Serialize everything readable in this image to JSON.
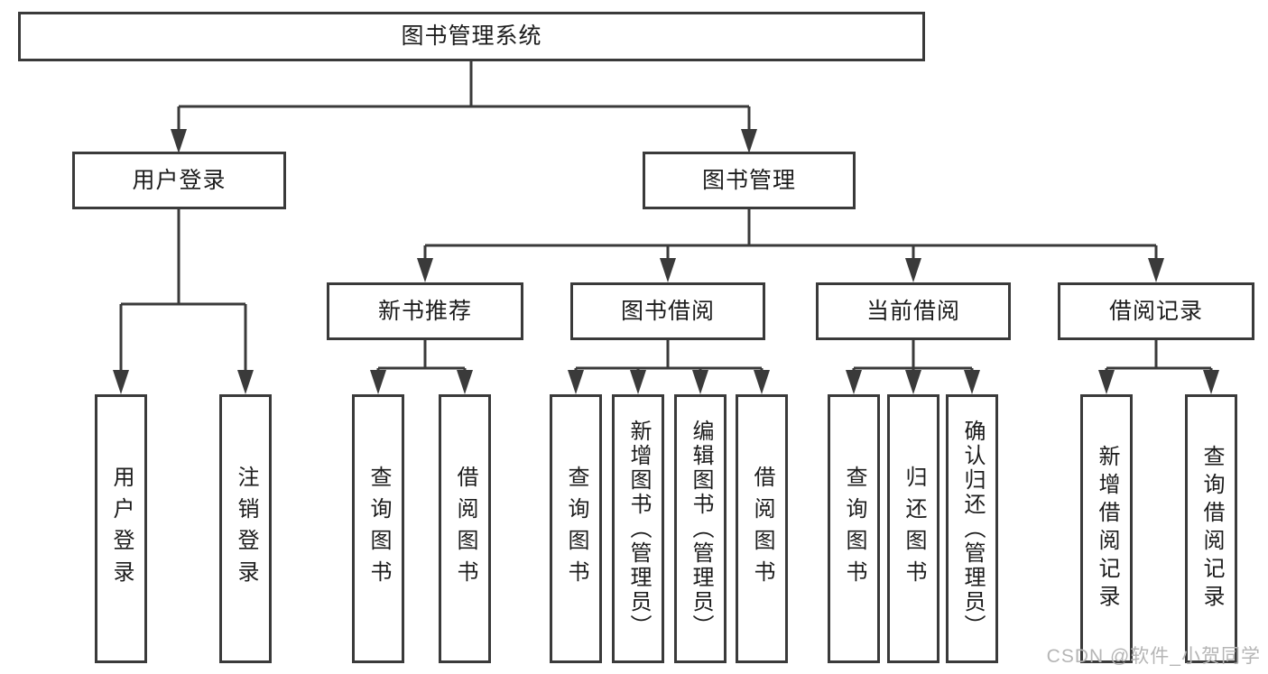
{
  "colors": {
    "line": "#3a3a3a",
    "text": "#1c1c1c",
    "watermark": "#b5b5b5"
  },
  "nodes": {
    "root": "图书管理系统",
    "user_login": "用户登录",
    "book_mgmt": "图书管理",
    "new_book_rec": "新书推荐",
    "book_borrow": "图书借阅",
    "current_borrow": "当前借阅",
    "borrow_records": "借阅记录",
    "leaf_user_login": "用户登录",
    "leaf_logout": "注销登录",
    "nbr_query_books": "查询图书",
    "nbr_borrow_books": "借阅图书",
    "bb_query_books": "查询图书",
    "bb_add_books": "新增图书（管理员）",
    "bb_edit_books": "编辑图书（管理员）",
    "bb_borrow_books": "借阅图书",
    "cb_query_books": "查询图书",
    "cb_return_books": "归还图书",
    "cb_confirm_return": "确认归还（管理员）",
    "br_add_record": "新增借阅记录",
    "br_query_record": "查询借阅记录"
  },
  "watermark": "CSDN @软件_小贺同学"
}
